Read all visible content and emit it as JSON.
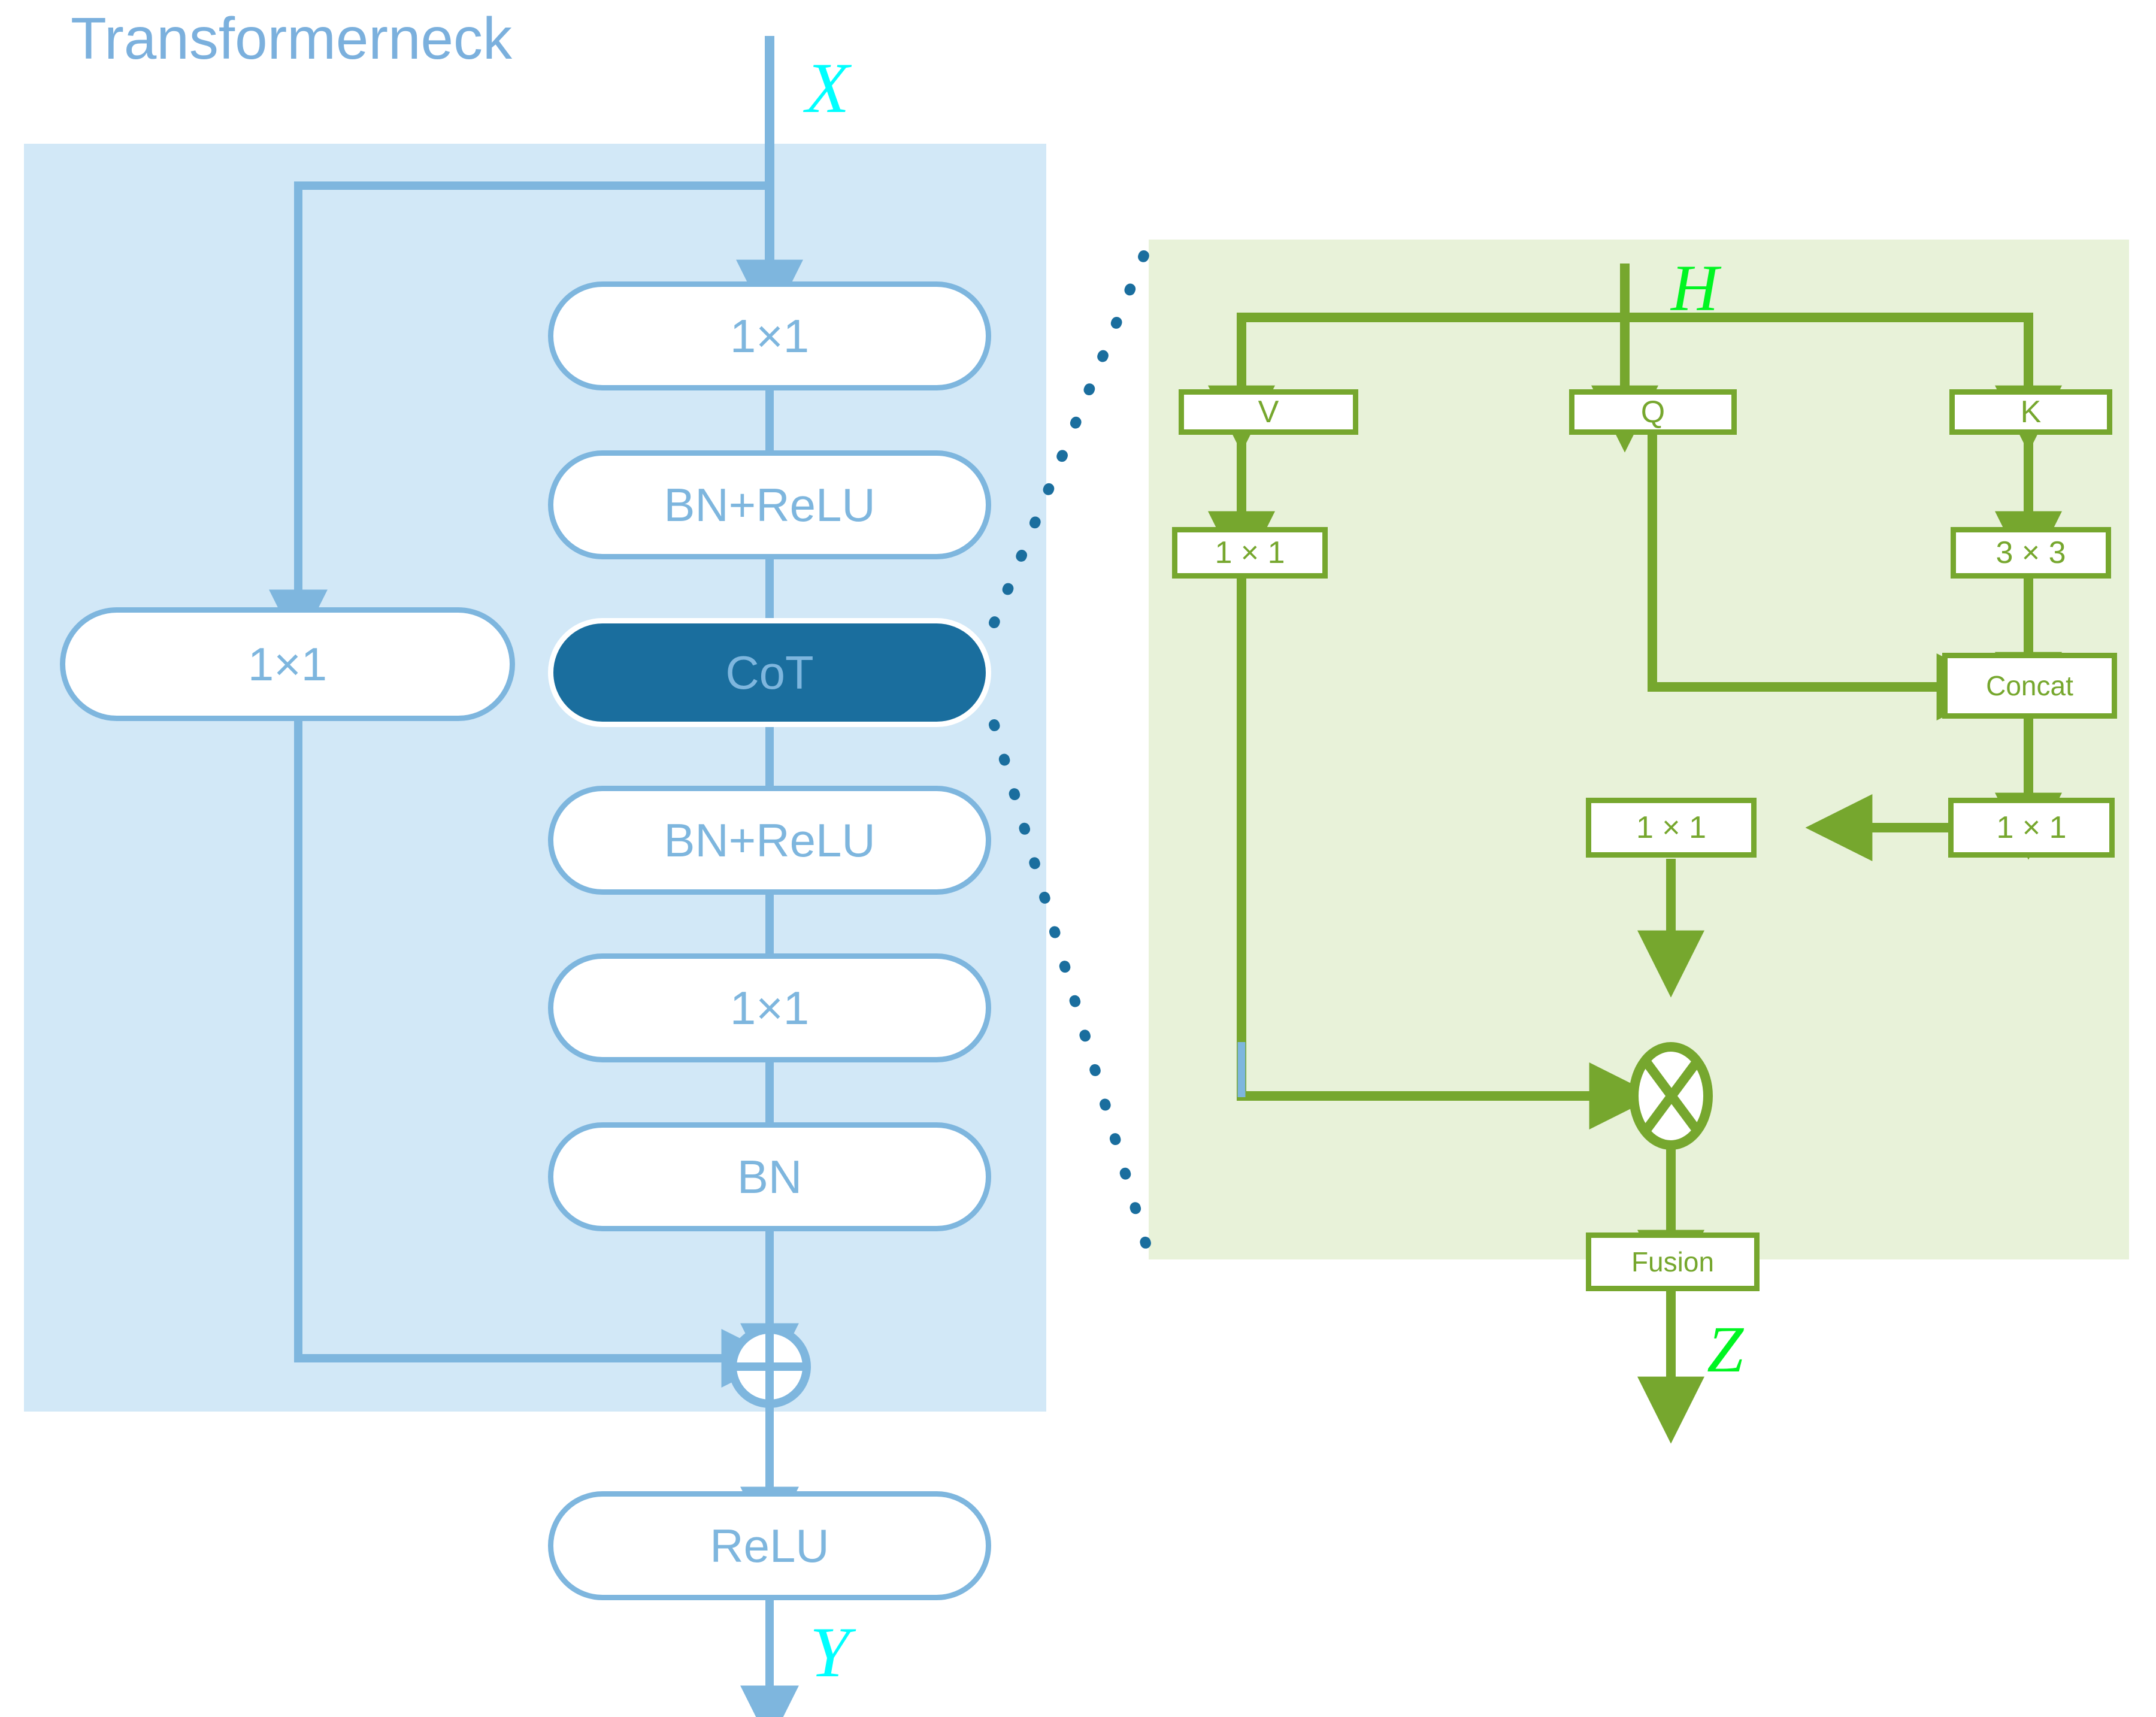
{
  "title": "Transformerneck",
  "colors": {
    "blue_panel_bg": "#d2e8f7",
    "blue_stroke": "#7eb6de",
    "cot_fill": "#1a6e9e",
    "green_panel_bg": "#e8f2d9",
    "green_stroke": "#76a72e",
    "dotted_connector": "#1a6e9e",
    "cyan_label": "#00ffff",
    "lime_label": "#00f522"
  },
  "left_panel": {
    "name": "Transformerneck",
    "input_label": "X",
    "output_label": "Y",
    "main_path": [
      {
        "id": "conv1",
        "label": "1×1"
      },
      {
        "id": "bnrelu1",
        "label": "BN+ReLU"
      },
      {
        "id": "cot",
        "label": "CoT",
        "highlighted": true
      },
      {
        "id": "bnrelu2",
        "label": "BN+ReLU"
      },
      {
        "id": "conv2",
        "label": "1×1"
      },
      {
        "id": "bn",
        "label": "BN"
      }
    ],
    "shortcut_path": [
      {
        "id": "shortcut_conv",
        "label": "1×1"
      }
    ],
    "merge_op": "⊕",
    "final": {
      "id": "relu",
      "label": "ReLU"
    }
  },
  "right_panel": {
    "input_label": "H",
    "output_label": "Z",
    "nodes": [
      {
        "id": "v",
        "label": "V"
      },
      {
        "id": "q",
        "label": "Q"
      },
      {
        "id": "k",
        "label": "K"
      },
      {
        "id": "v_conv",
        "label": "1 × 1"
      },
      {
        "id": "k_conv",
        "label": "3 × 3"
      },
      {
        "id": "concat",
        "label": "Concat"
      },
      {
        "id": "attn_conv_right",
        "label": "1 × 1"
      },
      {
        "id": "attn_conv_left",
        "label": "1 × 1"
      },
      {
        "id": "fusion",
        "label": "Fusion"
      }
    ],
    "multiply_op": "⊗"
  }
}
